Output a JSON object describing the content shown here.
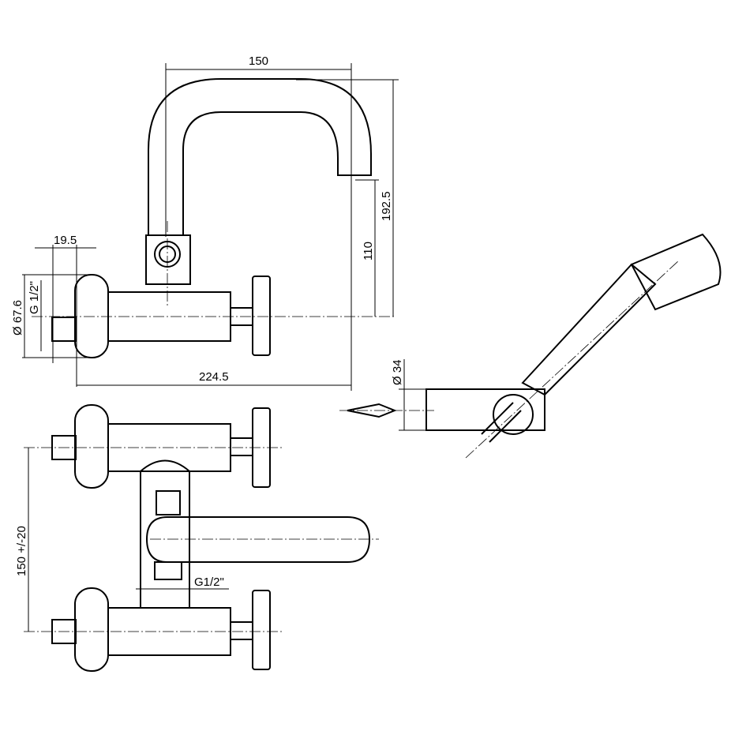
{
  "dimensions": {
    "spout_reach": "150",
    "total_height": "192.5",
    "spout_height": "110",
    "connector_depth": "19.5",
    "flange_diameter": "Ø 67.6",
    "inlet_thread": "G 1/2\"",
    "total_depth": "224.5",
    "holder_diameter": "Ø 34",
    "center_distance": "150  +/-20",
    "outlet_thread": "G1/2\""
  }
}
